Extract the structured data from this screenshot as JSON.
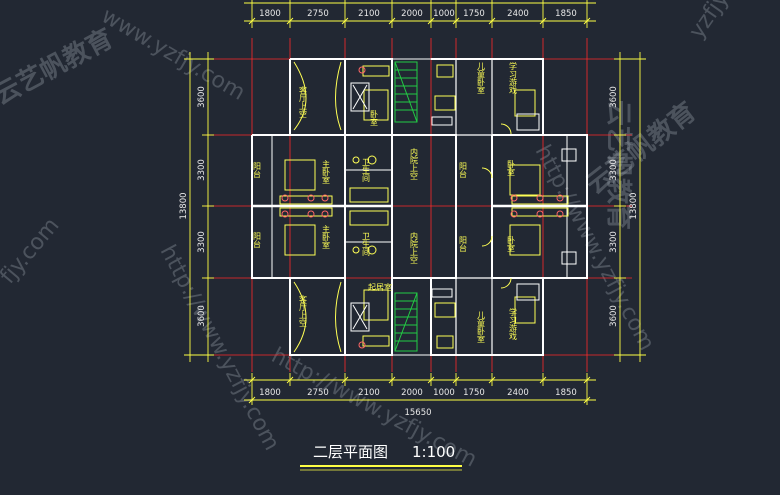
{
  "title": "二层平面图",
  "scale": "1:100",
  "colors": {
    "background": "#222833",
    "dimension_line": "#ffff44",
    "axis_line": "#ff2a2a",
    "wall": "#ffffff",
    "room_label": "#ffff55",
    "stair": "#22cc44",
    "furniture": "#ffffff"
  },
  "dims_top": [
    "1800",
    "2750",
    "2100",
    "2000",
    "1000",
    "1750",
    "2400",
    "1850"
  ],
  "dims_bottom": [
    "1800",
    "2750",
    "2100",
    "2000",
    "1000",
    "1750",
    "2400",
    "1850"
  ],
  "dims_total_bottom": "15650",
  "dims_left": [
    "3600",
    "3300",
    "3300",
    "3600"
  ],
  "dims_left_total": "13800",
  "dims_right": [
    "3600",
    "3300",
    "3300",
    "3600"
  ],
  "dims_right_total": "13800",
  "rooms": {
    "living_void_top": "客厅上空",
    "bedroom_top_left": "卧室",
    "child_bedroom_top": "儿童卧室",
    "study_top": "学习游戏",
    "balcony_left_top": "阳台",
    "master_bedroom_top": "主卧室",
    "bath_top": "卫生间",
    "courtyard_void_top": "内院上空",
    "balcony_right_top": "阳台",
    "bedroom_right_top": "卧室",
    "balcony_left_bottom": "阳台",
    "master_bedroom_bottom": "主卧室",
    "bath_bottom": "卫生间",
    "courtyard_void_bottom": "内院上空",
    "balcony_right_bottom": "阳台",
    "bedroom_right_bottom": "卧室",
    "living_void_bottom": "客厅上空",
    "bedroom_bottom_left": "起居室",
    "child_bedroom_bottom": "儿童卧室",
    "study_bottom": "学习游戏"
  },
  "watermarks": {
    "url_1": "www.yzfjy.com",
    "url_2": "http://www.yzfjy.com",
    "url_3": "http://www.yzfjy.com",
    "url_4": "yzfjy.com",
    "url_5": "fjy.com",
    "url_6": "http://www.yzfjy.com",
    "brand_1": "云艺帆教育",
    "brand_2": "云艺帆教育",
    "brand_3": "云艺帆教育"
  }
}
